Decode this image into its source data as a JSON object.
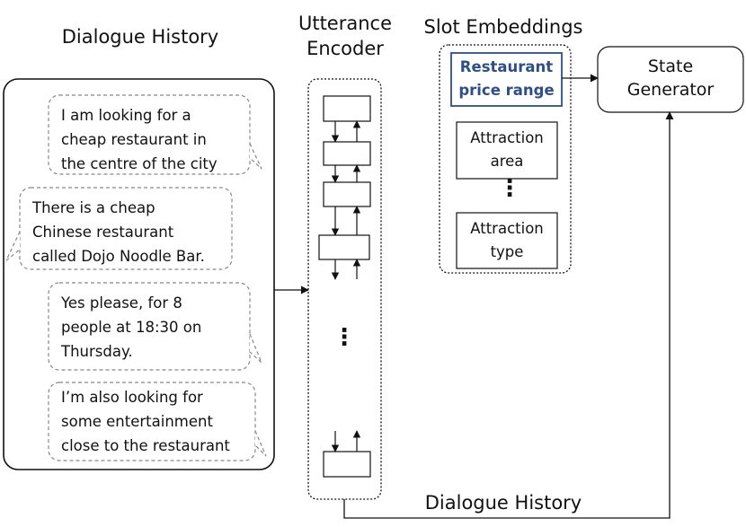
{
  "titles": {
    "dialogue_history": "Dialogue History",
    "utterance_encoder_line1": "Utterance",
    "utterance_encoder_line2": "Encoder",
    "slot_embeddings": "Slot Embeddings",
    "bottom_label": "Dialogue History"
  },
  "dialogue": {
    "turns": [
      {
        "lines": [
          "I am looking for a",
          "cheap restaurant in",
          "the centre of the city"
        ],
        "speaker": "user"
      },
      {
        "lines": [
          "There is a cheap",
          "Chinese restaurant",
          "called Dojo Noodle Bar."
        ],
        "speaker": "system"
      },
      {
        "lines": [
          "Yes please, for 8",
          "people at 18:30 on",
          "Thursday."
        ],
        "speaker": "user"
      },
      {
        "lines": [
          "I’m also looking for",
          "some entertainment",
          "close to the restaurant"
        ],
        "speaker": "user"
      }
    ]
  },
  "slots": {
    "items": [
      {
        "line1": "Restaurant",
        "line2": "price range",
        "highlighted": true
      },
      {
        "line1": "Attraction",
        "line2": "area",
        "highlighted": false
      },
      {
        "line1": "Attraction",
        "line2": "type",
        "highlighted": false
      }
    ],
    "ellipsis": "⋮"
  },
  "generator": {
    "line1": "State",
    "line2": "Generator"
  },
  "encoder": {
    "ellipsis": "⋮"
  },
  "colors": {
    "highlight_text": "#2e4e8a",
    "highlight_border": "#2e4e8a",
    "dotted": "#888888"
  }
}
